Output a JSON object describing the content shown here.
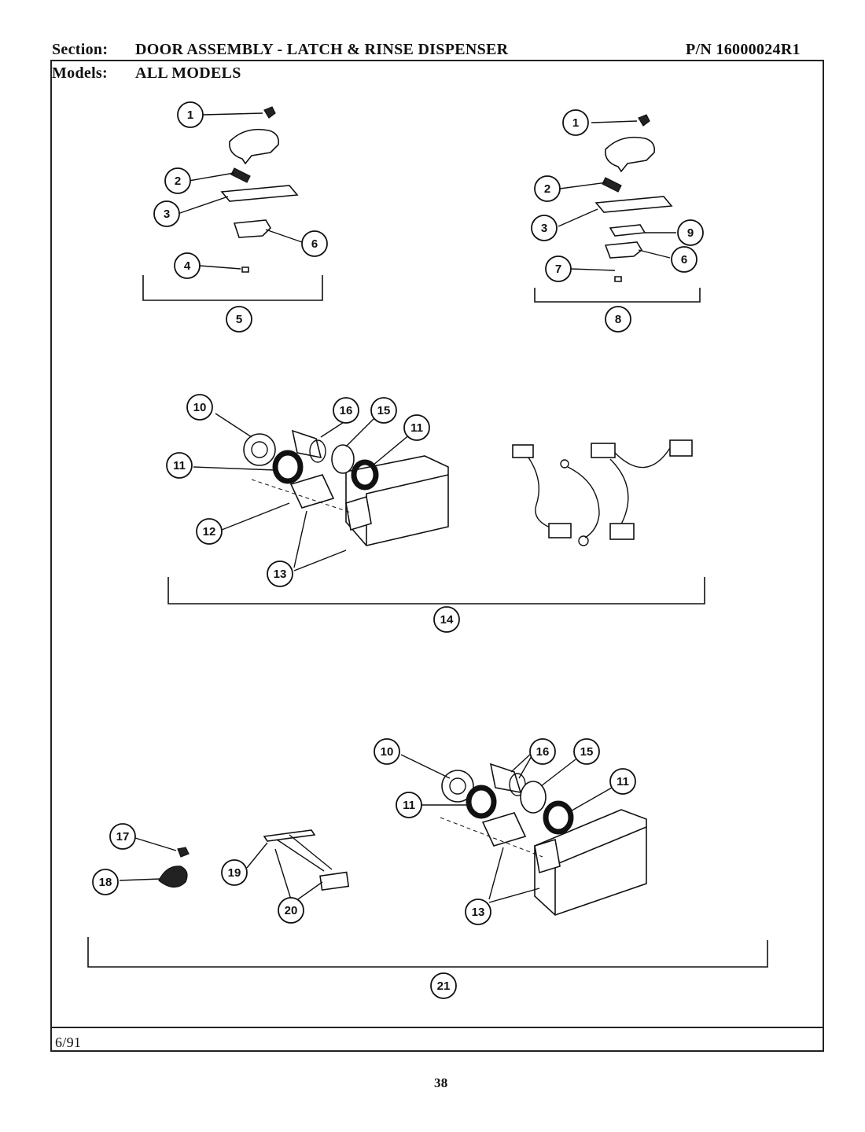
{
  "header": {
    "section_label": "Section:",
    "section_title": "DOOR ASSEMBLY - LATCH & RINSE DISPENSER",
    "part_number": "P/N 16000024R1",
    "models_label": "Models:",
    "models_value": "ALL MODELS"
  },
  "footer": {
    "date": "6/91",
    "page_number": "38"
  },
  "callouts": [
    "1",
    "2",
    "3",
    "4",
    "5",
    "6",
    "7",
    "8",
    "9",
    "10",
    "11",
    "12",
    "13",
    "14",
    "15",
    "16",
    "17",
    "18",
    "19",
    "20",
    "21"
  ]
}
